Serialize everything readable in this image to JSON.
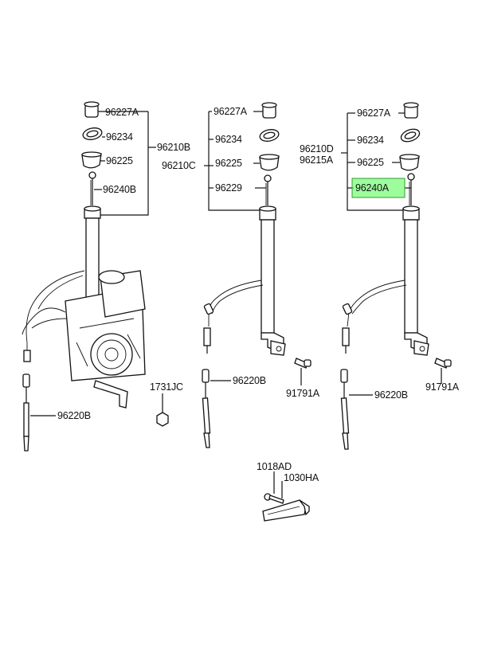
{
  "highlight_color": "#7CFC7C",
  "labels": {
    "a1_96227A": "96227A",
    "a1_96234": "96234",
    "a1_96225": "96225",
    "a1_96240B": "96240B",
    "a1_96210B": "96210B",
    "a1_96220B": "96220B",
    "a2_96227A": "96227A",
    "a2_96234": "96234",
    "a2_96210C": "96210C",
    "a2_96225": "96225",
    "a2_96229": "96229",
    "a2_96220B": "96220B",
    "a2_91791A": "91791A",
    "a3_96227A": "96227A",
    "a3_96210D": "96210D",
    "a3_96215A": "96215A",
    "a3_96234": "96234",
    "a3_96225": "96225",
    "a3_96240A": "96240A",
    "a3_91791A": "91791A",
    "a3_96220B": "96220B",
    "nut_1731JC": "1731JC",
    "b_1018AD": "1018AD",
    "b_1030HA": "1030HA"
  }
}
